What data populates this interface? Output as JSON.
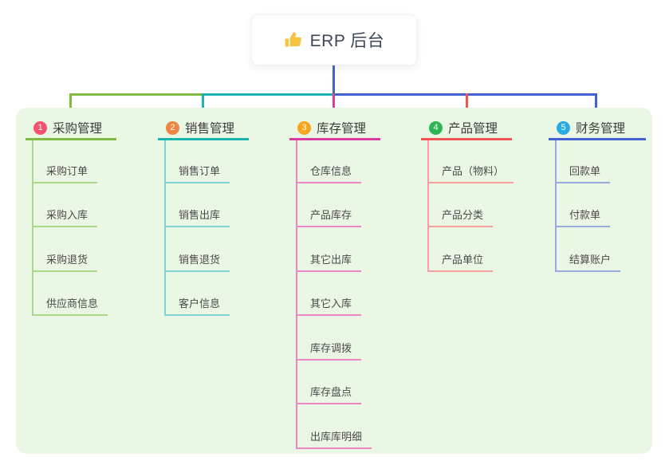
{
  "root": {
    "label": "ERP 后台",
    "icon": "thumbs-up-icon",
    "icon_color": "#f6c344",
    "connector_color": "#4361d2"
  },
  "panel": {
    "background": "#ebf7e5"
  },
  "branches": [
    {
      "index": "1",
      "label": "采购管理",
      "badge_color": "#f4536e",
      "line_color": "#7fba42",
      "child_line_color": "#abd88b",
      "children": [
        "采购订单",
        "采购入库",
        "采购退货",
        "供应商信息"
      ]
    },
    {
      "index": "2",
      "label": "销售管理",
      "badge_color": "#f08442",
      "line_color": "#1ab5b0",
      "child_line_color": "#7fd6d0",
      "children": [
        "销售订单",
        "销售出库",
        "销售退货",
        "客户信息"
      ]
    },
    {
      "index": "3",
      "label": "库存管理",
      "badge_color": "#f7a61d",
      "line_color": "#dc3a9e",
      "child_line_color": "#ee86c6",
      "children": [
        "仓库信息",
        "产品库存",
        "其它出库",
        "其它入库",
        "库存调拨",
        "库存盘点",
        "出库库明细"
      ]
    },
    {
      "index": "4",
      "label": "产品管理",
      "badge_color": "#2db551",
      "line_color": "#f25353",
      "child_line_color": "#f8a0a0",
      "children": [
        "产品（物料）",
        "产品分类",
        "产品单位"
      ]
    },
    {
      "index": "5",
      "label": "财务管理",
      "badge_color": "#29abe2",
      "line_color": "#4361d2",
      "child_line_color": "#97a9dd",
      "children": [
        "回款单",
        "付款单",
        "结算账户"
      ]
    }
  ]
}
